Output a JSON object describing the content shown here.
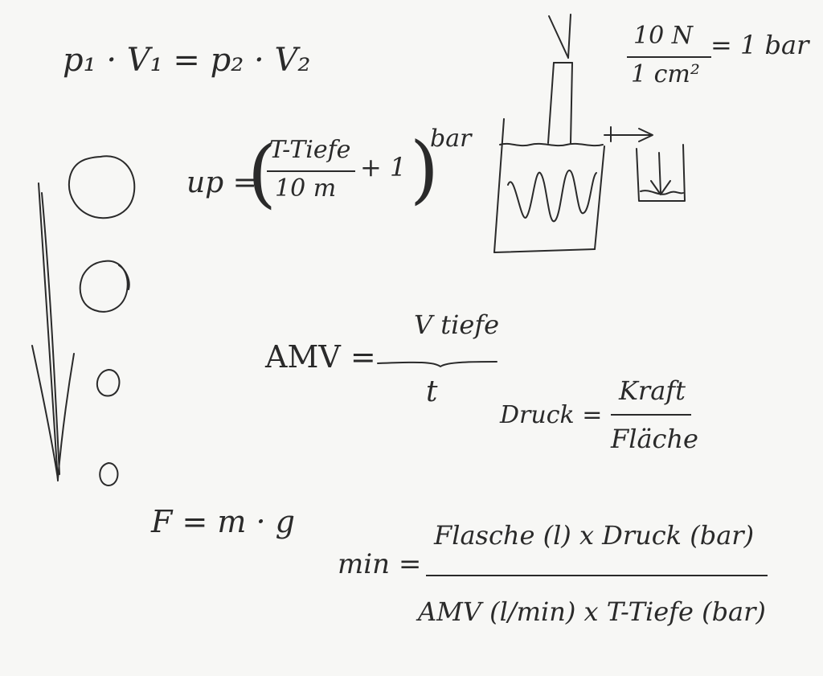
{
  "formulas": {
    "boyle": "p₁ · V₁ = p₂ · V₂",
    "pressure_unit": {
      "numerator": "10 N",
      "denominator": "1 cm²",
      "result": "= 1 bar"
    },
    "up": {
      "prefix": "up =",
      "numerator": "T-Tiefe",
      "denominator": "10 m",
      "plus": "+ 1",
      "unit": "bar"
    },
    "amv": {
      "prefix": "AMV =",
      "numerator": "V tiefe",
      "denominator": "t"
    },
    "druck": {
      "prefix": "Druck =",
      "numerator": "Kraft",
      "denominator": "Fläche"
    },
    "force": "F = m · g",
    "minutes": {
      "prefix": "min =",
      "numerator": "Flasche (l) x Druck (bar)",
      "denominator": "AMV (l/min) x T-Tiefe (bar)"
    }
  },
  "sketches": {
    "bubbles": "bubble-icon",
    "piston": "piston-container-icon",
    "water_cup": "water-cup-icon"
  }
}
